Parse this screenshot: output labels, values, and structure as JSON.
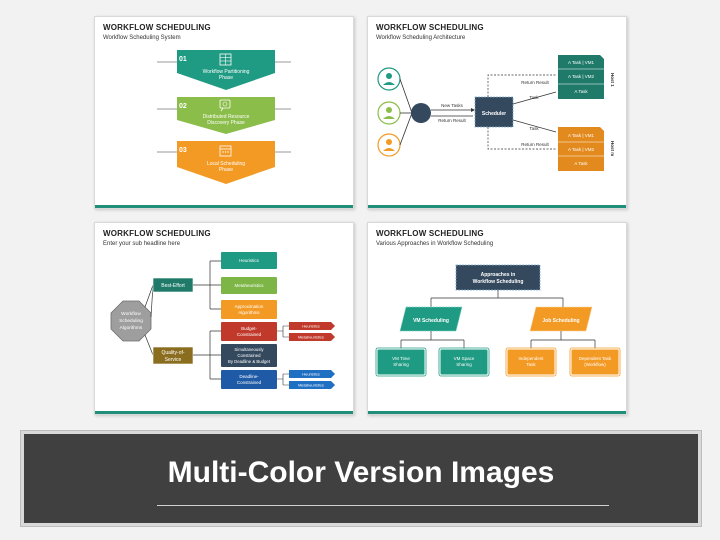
{
  "slide1": {
    "title": "WORKFLOW SCHEDULING",
    "subtitle": "Workflow Scheduling System",
    "phases": [
      {
        "num": "01",
        "line1": "Workflow Partitioning",
        "line2": "Phase",
        "icon": "workflow-icon",
        "color": "#1f9a83"
      },
      {
        "num": "02",
        "line1": "Distributed Resource",
        "line2": "Discovery Phase",
        "icon": "resource-discovery-icon",
        "color": "#8bbd4a"
      },
      {
        "num": "03",
        "line1": "Local Scheduling",
        "line2": "Phase",
        "icon": "calendar-icon",
        "color": "#f39a24"
      }
    ]
  },
  "slide2": {
    "title": "WORKFLOW SCHEDULING",
    "subtitle": "Workflow Scheduling Architecture",
    "new_tasks": "New Tasks",
    "return_result": "Return Result",
    "scheduler": "Scheduler",
    "task": "Task",
    "return_result_2": "Return Result",
    "host1": "Host 1",
    "host2": "Host m",
    "host1_rows": [
      "A Task | VM1",
      "A Task | VM2",
      "A Task"
    ],
    "host2_rows": [
      "A Task | VM1",
      "A Task | VM2",
      "A Task"
    ],
    "colors": {
      "host1": "#1f7a6a",
      "host2": "#e28a1e",
      "scheduler": "#34495e"
    }
  },
  "slide3": {
    "title": "WORKFLOW SCHEDULING",
    "subtitle": "Enter your sub headline here",
    "center": [
      "Workflow",
      "Scheduling",
      "Algorithms"
    ],
    "best_effort": "Best-Effort",
    "qos": [
      "Quality-of-",
      "Service"
    ],
    "be_items": [
      [
        "Heuristics"
      ],
      [
        "Metaheuristics"
      ],
      [
        "Approximation",
        "Algorithms"
      ]
    ],
    "qos_items": [
      [
        "Budget-",
        "Constrained"
      ],
      [
        "Simultaneously",
        "Constrained",
        "By Deadline & Budget"
      ],
      [
        "Deadline-",
        "Constrained"
      ]
    ],
    "budget_sub": [
      "Heuristics",
      "Metaheuristics"
    ],
    "deadline_sub": [
      "Heuristics",
      "Metaheuristics"
    ]
  },
  "slide4": {
    "title": "WORKFLOW SCHEDULING",
    "subtitle": "Various Approaches in Workflow Scheduling",
    "root": [
      "Approaches in",
      "Workflow Scheduling"
    ],
    "vm": "VM Scheduling",
    "job": "Job Scheduling",
    "vm_children": [
      [
        "VM Time",
        "Sharing"
      ],
      [
        "VM Space",
        "Sharing"
      ]
    ],
    "job_children": [
      [
        "Independent",
        "Task"
      ],
      [
        "Dependent Task",
        "(Workflow)"
      ]
    ]
  },
  "banner": {
    "text": "Multi-Color Version Images"
  }
}
